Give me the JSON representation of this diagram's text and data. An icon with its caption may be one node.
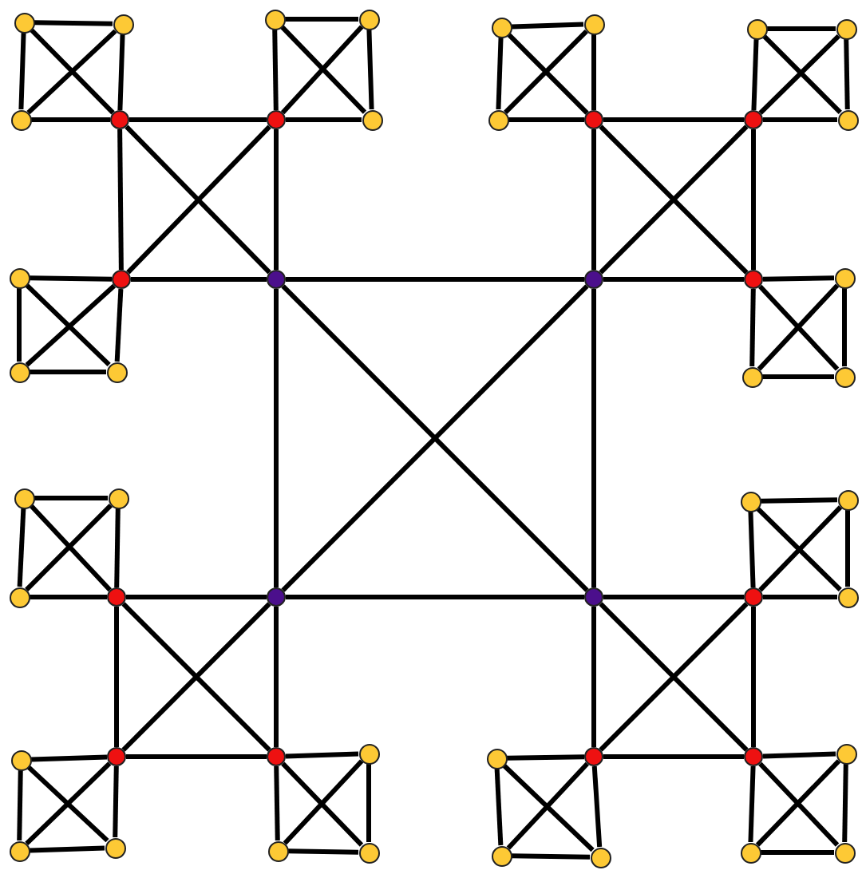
{
  "diagram": {
    "nodes": [
      {
        "text": [],
        "shape": "circle"
      },
      {
        "text": [],
        "shape": "circle"
      },
      {
        "text": [],
        "shape": "circle"
      },
      {
        "text": [],
        "shape": "circle"
      },
      {
        "text": [],
        "shape": "circle"
      },
      {
        "text": [],
        "shape": "circle"
      },
      {
        "text": [],
        "shape": "circle"
      },
      {
        "text": [],
        "shape": "circle"
      },
      {
        "text": [],
        "shape": "circle"
      },
      {
        "text": [],
        "shape": "circle"
      },
      {
        "text": [],
        "shape": "circle"
      },
      {
        "text": [],
        "shape": "circle"
      },
      {
        "text": [],
        "shape": "circle"
      },
      {
        "text": [],
        "shape": "circle"
      },
      {
        "text": [],
        "shape": "circle"
      },
      {
        "text": [],
        "shape": "circle"
      },
      {
        "text": [],
        "shape": "circle"
      },
      {
        "text": [],
        "shape": "circle"
      },
      {
        "text": [],
        "shape": "circle"
      },
      {
        "text": [],
        "shape": "circle"
      },
      {
        "text": [],
        "shape": "circle"
      },
      {
        "text": [],
        "shape": "circle"
      },
      {
        "text": [],
        "shape": "circle"
      },
      {
        "text": [],
        "shape": "circle"
      },
      {
        "text": [],
        "shape": "circle"
      },
      {
        "text": [],
        "shape": "circle"
      },
      {
        "text": [],
        "shape": "circle"
      },
      {
        "text": [],
        "shape": "circle"
      },
      {
        "text": [],
        "shape": "circle"
      },
      {
        "text": [],
        "shape": "circle"
      },
      {
        "text": [],
        "shape": "circle"
      },
      {
        "text": [],
        "shape": "circle"
      },
      {
        "text": [],
        "shape": "circle"
      },
      {
        "text": [],
        "shape": "circle"
      },
      {
        "text": [],
        "shape": "circle"
      },
      {
        "text": [],
        "shape": "circle"
      },
      {
        "text": [],
        "shape": "circle"
      },
      {
        "text": [],
        "shape": "circle"
      },
      {
        "text": [],
        "shape": "circle"
      },
      {
        "text": [],
        "shape": "circle"
      },
      {
        "text": [],
        "shape": "circle"
      },
      {
        "text": [],
        "shape": "circle"
      },
      {
        "text": [],
        "shape": "circle"
      },
      {
        "text": [],
        "shape": "circle"
      },
      {
        "text": [],
        "shape": "circle"
      },
      {
        "text": [],
        "shape": "circle"
      },
      {
        "text": [],
        "shape": "circle"
      },
      {
        "text": [],
        "shape": "circle"
      },
      {
        "text": [],
        "shape": "circle"
      },
      {
        "text": [],
        "shape": "circle"
      },
      {
        "text": [],
        "shape": "circle"
      },
      {
        "text": [],
        "shape": "circle"
      }
    ],
    "edges": [
      {
        "from": 18,
        "to": 19,
        "arrow": "none"
      },
      {
        "from": 18,
        "to": 32,
        "arrow": "none"
      },
      {
        "from": 18,
        "to": 33,
        "arrow": "none"
      },
      {
        "from": 19,
        "to": 32,
        "arrow": "none"
      },
      {
        "from": 19,
        "to": 33,
        "arrow": "none"
      },
      {
        "from": 32,
        "to": 33,
        "arrow": "none"
      },
      {
        "from": 9,
        "to": 10,
        "arrow": "none"
      },
      {
        "from": 9,
        "to": 17,
        "arrow": "none"
      },
      {
        "from": 9,
        "to": 18,
        "arrow": "none"
      },
      {
        "from": 10,
        "to": 17,
        "arrow": "none"
      },
      {
        "from": 10,
        "to": 18,
        "arrow": "none"
      },
      {
        "from": 17,
        "to": 18,
        "arrow": "none"
      },
      {
        "from": 13,
        "to": 14,
        "arrow": "none"
      },
      {
        "from": 13,
        "to": 19,
        "arrow": "none"
      },
      {
        "from": 13,
        "to": 20,
        "arrow": "none"
      },
      {
        "from": 14,
        "to": 19,
        "arrow": "none"
      },
      {
        "from": 14,
        "to": 20,
        "arrow": "none"
      },
      {
        "from": 19,
        "to": 20,
        "arrow": "none"
      },
      {
        "from": 31,
        "to": 32,
        "arrow": "none"
      },
      {
        "from": 31,
        "to": 37,
        "arrow": "none"
      },
      {
        "from": 31,
        "to": 38,
        "arrow": "none"
      },
      {
        "from": 32,
        "to": 37,
        "arrow": "none"
      },
      {
        "from": 32,
        "to": 38,
        "arrow": "none"
      },
      {
        "from": 37,
        "to": 38,
        "arrow": "none"
      },
      {
        "from": 33,
        "to": 34,
        "arrow": "none"
      },
      {
        "from": 33,
        "to": 41,
        "arrow": "none"
      },
      {
        "from": 33,
        "to": 42,
        "arrow": "none"
      },
      {
        "from": 34,
        "to": 41,
        "arrow": "none"
      },
      {
        "from": 34,
        "to": 42,
        "arrow": "none"
      },
      {
        "from": 41,
        "to": 42,
        "arrow": "none"
      },
      {
        "from": 0,
        "to": 1,
        "arrow": "none"
      },
      {
        "from": 0,
        "to": 8,
        "arrow": "none"
      },
      {
        "from": 0,
        "to": 9,
        "arrow": "none"
      },
      {
        "from": 1,
        "to": 8,
        "arrow": "none"
      },
      {
        "from": 1,
        "to": 9,
        "arrow": "none"
      },
      {
        "from": 8,
        "to": 9,
        "arrow": "none"
      },
      {
        "from": 2,
        "to": 3,
        "arrow": "none"
      },
      {
        "from": 2,
        "to": 10,
        "arrow": "none"
      },
      {
        "from": 2,
        "to": 11,
        "arrow": "none"
      },
      {
        "from": 3,
        "to": 10,
        "arrow": "none"
      },
      {
        "from": 3,
        "to": 11,
        "arrow": "none"
      },
      {
        "from": 10,
        "to": 11,
        "arrow": "none"
      },
      {
        "from": 4,
        "to": 5,
        "arrow": "none"
      },
      {
        "from": 4,
        "to": 12,
        "arrow": "none"
      },
      {
        "from": 4,
        "to": 13,
        "arrow": "none"
      },
      {
        "from": 5,
        "to": 12,
        "arrow": "none"
      },
      {
        "from": 5,
        "to": 13,
        "arrow": "none"
      },
      {
        "from": 12,
        "to": 13,
        "arrow": "none"
      },
      {
        "from": 6,
        "to": 7,
        "arrow": "none"
      },
      {
        "from": 6,
        "to": 14,
        "arrow": "none"
      },
      {
        "from": 6,
        "to": 15,
        "arrow": "none"
      },
      {
        "from": 7,
        "to": 14,
        "arrow": "none"
      },
      {
        "from": 7,
        "to": 15,
        "arrow": "none"
      },
      {
        "from": 14,
        "to": 15,
        "arrow": "none"
      },
      {
        "from": 16,
        "to": 17,
        "arrow": "none"
      },
      {
        "from": 16,
        "to": 22,
        "arrow": "none"
      },
      {
        "from": 16,
        "to": 23,
        "arrow": "none"
      },
      {
        "from": 17,
        "to": 22,
        "arrow": "none"
      },
      {
        "from": 17,
        "to": 23,
        "arrow": "none"
      },
      {
        "from": 22,
        "to": 23,
        "arrow": "none"
      },
      {
        "from": 20,
        "to": 21,
        "arrow": "none"
      },
      {
        "from": 20,
        "to": 24,
        "arrow": "none"
      },
      {
        "from": 20,
        "to": 25,
        "arrow": "none"
      },
      {
        "from": 21,
        "to": 24,
        "arrow": "none"
      },
      {
        "from": 21,
        "to": 25,
        "arrow": "none"
      },
      {
        "from": 24,
        "to": 25,
        "arrow": "none"
      },
      {
        "from": 26,
        "to": 27,
        "arrow": "none"
      },
      {
        "from": 26,
        "to": 30,
        "arrow": "none"
      },
      {
        "from": 26,
        "to": 31,
        "arrow": "none"
      },
      {
        "from": 27,
        "to": 30,
        "arrow": "none"
      },
      {
        "from": 27,
        "to": 31,
        "arrow": "none"
      },
      {
        "from": 30,
        "to": 31,
        "arrow": "none"
      },
      {
        "from": 28,
        "to": 29,
        "arrow": "none"
      },
      {
        "from": 28,
        "to": 34,
        "arrow": "none"
      },
      {
        "from": 28,
        "to": 35,
        "arrow": "none"
      },
      {
        "from": 29,
        "to": 34,
        "arrow": "none"
      },
      {
        "from": 29,
        "to": 35,
        "arrow": "none"
      },
      {
        "from": 34,
        "to": 35,
        "arrow": "none"
      },
      {
        "from": 36,
        "to": 37,
        "arrow": "none"
      },
      {
        "from": 36,
        "to": 44,
        "arrow": "none"
      },
      {
        "from": 36,
        "to": 45,
        "arrow": "none"
      },
      {
        "from": 37,
        "to": 44,
        "arrow": "none"
      },
      {
        "from": 37,
        "to": 45,
        "arrow": "none"
      },
      {
        "from": 44,
        "to": 45,
        "arrow": "none"
      },
      {
        "from": 38,
        "to": 39,
        "arrow": "none"
      },
      {
        "from": 38,
        "to": 46,
        "arrow": "none"
      },
      {
        "from": 38,
        "to": 47,
        "arrow": "none"
      },
      {
        "from": 39,
        "to": 46,
        "arrow": "none"
      },
      {
        "from": 39,
        "to": 47,
        "arrow": "none"
      },
      {
        "from": 46,
        "to": 47,
        "arrow": "none"
      },
      {
        "from": 40,
        "to": 41,
        "arrow": "none"
      },
      {
        "from": 40,
        "to": 48,
        "arrow": "none"
      },
      {
        "from": 40,
        "to": 49,
        "arrow": "none"
      },
      {
        "from": 41,
        "to": 48,
        "arrow": "none"
      },
      {
        "from": 41,
        "to": 49,
        "arrow": "none"
      },
      {
        "from": 48,
        "to": 49,
        "arrow": "none"
      },
      {
        "from": 42,
        "to": 43,
        "arrow": "none"
      },
      {
        "from": 42,
        "to": 50,
        "arrow": "none"
      },
      {
        "from": 42,
        "to": 51,
        "arrow": "none"
      },
      {
        "from": 43,
        "to": 50,
        "arrow": "none"
      },
      {
        "from": 43,
        "to": 51,
        "arrow": "none"
      },
      {
        "from": 50,
        "to": 51,
        "arrow": "none"
      }
    ]
  }
}
